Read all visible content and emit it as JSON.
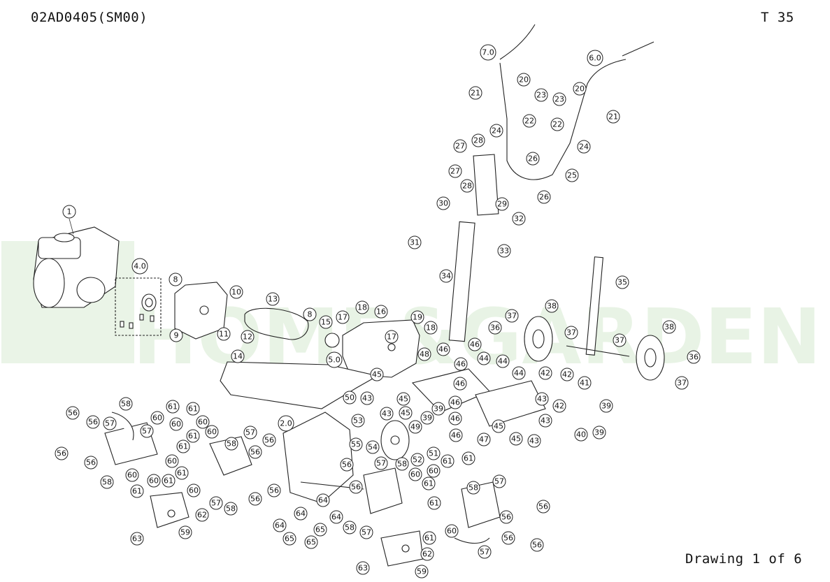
{
  "header": {
    "doc_code": "02AD0405(SM00)",
    "page_code": "T 35"
  },
  "footer": {
    "drawing_label": "Drawing 1 of 6"
  },
  "watermark": {
    "text": "HOME&GARDEN",
    "color": "#d6ead0"
  },
  "callouts": [
    "1",
    "4.0",
    "8",
    "9",
    "10",
    "11",
    "12",
    "13",
    "8",
    "15",
    "5.0",
    "14",
    "17",
    "18",
    "16",
    "17",
    "19",
    "18",
    "7.0",
    "6.0",
    "20",
    "20",
    "21",
    "21",
    "22",
    "22",
    "23",
    "23",
    "24",
    "24",
    "25",
    "26",
    "26",
    "27",
    "27",
    "28",
    "28",
    "29",
    "30",
    "31",
    "32",
    "33",
    "34",
    "35",
    "36",
    "37",
    "37",
    "37",
    "38",
    "38",
    "36",
    "37",
    "46",
    "46",
    "46",
    "46",
    "46",
    "46",
    "46",
    "44",
    "44",
    "44",
    "42",
    "42",
    "42",
    "41",
    "40",
    "39",
    "39",
    "45",
    "45",
    "45",
    "45",
    "45",
    "43",
    "43",
    "43",
    "43",
    "43",
    "50",
    "39",
    "39",
    "49",
    "47",
    "48",
    "2.0",
    "53",
    "54",
    "55",
    "51",
    "52",
    "56",
    "56",
    "56",
    "56",
    "56",
    "56",
    "56",
    "56",
    "56",
    "56",
    "56",
    "56",
    "56",
    "56",
    "57",
    "57",
    "57",
    "57",
    "57",
    "57",
    "57",
    "57",
    "58",
    "58",
    "58",
    "58",
    "58",
    "58",
    "58",
    "59",
    "59",
    "60",
    "60",
    "60",
    "60",
    "60",
    "60",
    "60",
    "60",
    "60",
    "60",
    "60",
    "61",
    "61",
    "61",
    "61",
    "61",
    "61",
    "61",
    "61",
    "61",
    "61",
    "61",
    "61",
    "62",
    "62",
    "63",
    "63",
    "64",
    "64",
    "64",
    "64",
    "65",
    "65",
    "65"
  ]
}
